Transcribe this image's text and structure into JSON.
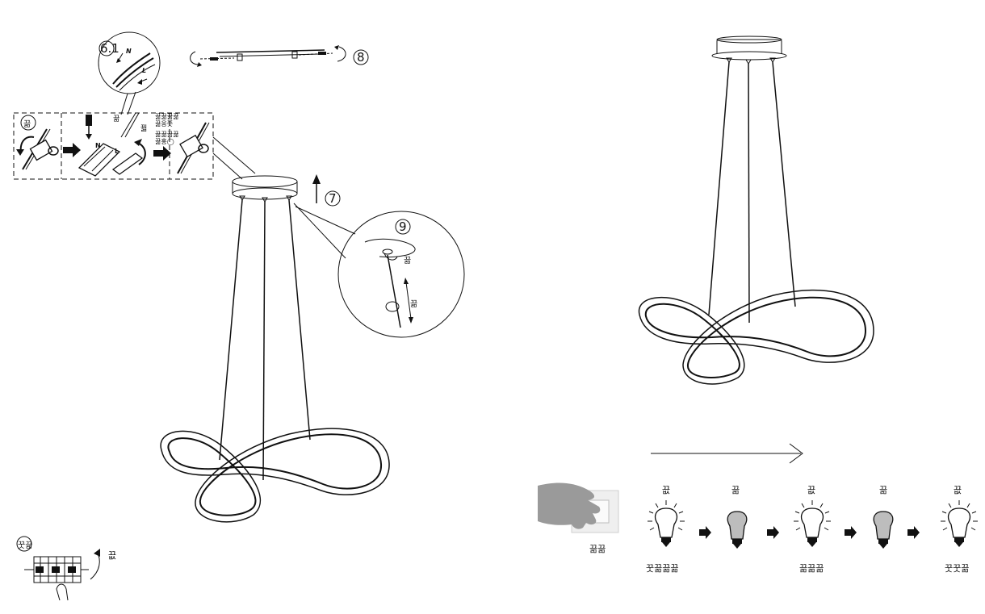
{
  "steps": {
    "step_6_1": "6.1",
    "step_7": "7",
    "step_8": "8",
    "step_9": "9"
  },
  "wire_letters": {
    "n": "N",
    "l": "L"
  },
  "labels": {
    "wiring_top": "끎",
    "wiring_mid": "꿟",
    "wiring_right_1": "끎끎끎끎",
    "wiring_right_1b": "끎옹쯧",
    "wiring_right_2": "끎끎끎끎",
    "wiring_right_2b": "끎홍◯",
    "wiring_step_marker": "끎",
    "detail_9_upper": "끎",
    "detail_9_lower": "끎",
    "breaker_marker": "꿋끎",
    "breaker_on": "끖",
    "switch_label": "끎끎",
    "state_1": "끖",
    "state_2": "끎",
    "state_3": "끖",
    "state_4": "끎",
    "state_5": "끖",
    "mode_1": "꿋끎끎끎",
    "mode_2": "끎끎끎",
    "mode_3": "꿋꿋끎"
  },
  "colors": {
    "line": "#111111",
    "bulb_off_fill": "#bdbdbd",
    "hand": "#9a9a9a",
    "switch_plate": "#e8e8e8"
  }
}
